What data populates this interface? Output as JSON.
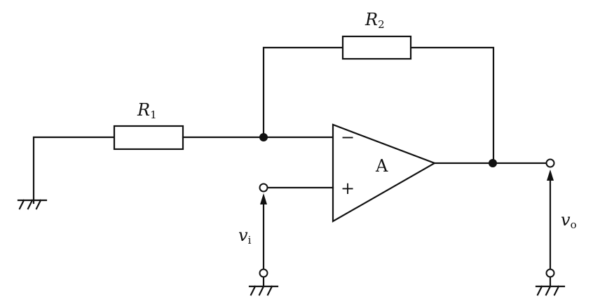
{
  "components": {
    "r1": {
      "label": "R",
      "sub": "1"
    },
    "r2": {
      "label": "R",
      "sub": "2"
    },
    "amp": {
      "label": "A",
      "inv_sign": "−",
      "noninv_sign": "+"
    }
  },
  "signals": {
    "input": {
      "label": "v",
      "sub": "i"
    },
    "output": {
      "label": "v",
      "sub": "o"
    }
  }
}
